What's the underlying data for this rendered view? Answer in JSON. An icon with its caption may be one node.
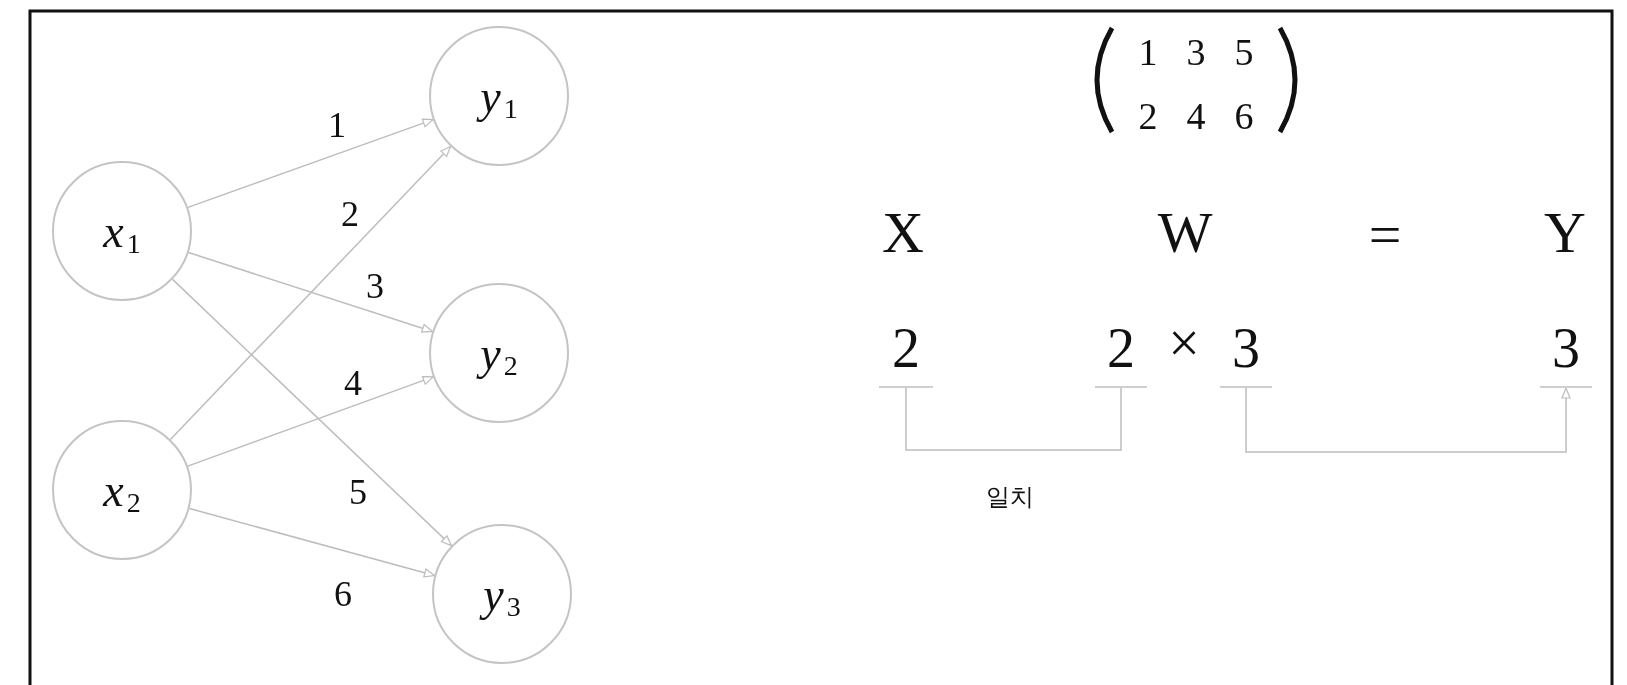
{
  "diagram": {
    "nodes": [
      {
        "text": [
          "*x*$_{1}$"
        ]
      },
      {
        "text": [
          "*x*$_{2}$"
        ]
      },
      {
        "text": [
          "*y*$_{1}$"
        ]
      },
      {
        "text": [
          "*y*$_{2}$"
        ]
      },
      {
        "text": [
          "*y*$_{3}$"
        ]
      },
      {
        "text": [
          "2"
        ]
      },
      {
        "text": [
          "2"
        ]
      },
      {
        "text": [
          "3"
        ]
      },
      {
        "text": [
          "3"
        ]
      }
    ],
    "edges": [
      {
        "from": 0,
        "to": 2,
        "arrow": "to",
        "label": "1"
      },
      {
        "from": 1,
        "to": 2,
        "arrow": "to",
        "label": "2"
      },
      {
        "from": 0,
        "to": 3,
        "arrow": "to",
        "label": "3"
      },
      {
        "from": 1,
        "to": 3,
        "arrow": "to",
        "label": "4"
      },
      {
        "from": 0,
        "to": 4,
        "arrow": "to",
        "label": "5"
      },
      {
        "from": 1,
        "to": 4,
        "arrow": "to",
        "label": "6"
      },
      {
        "from": 5,
        "to": 6,
        "arrow": "none",
        "label": "일치"
      },
      {
        "from": 7,
        "to": 8,
        "arrow": "to"
      }
    ],
    "labels": [
      "1",
      "3",
      "5",
      "2",
      "4",
      "6",
      "X",
      "W",
      "=",
      "Y",
      "×"
    ]
  }
}
